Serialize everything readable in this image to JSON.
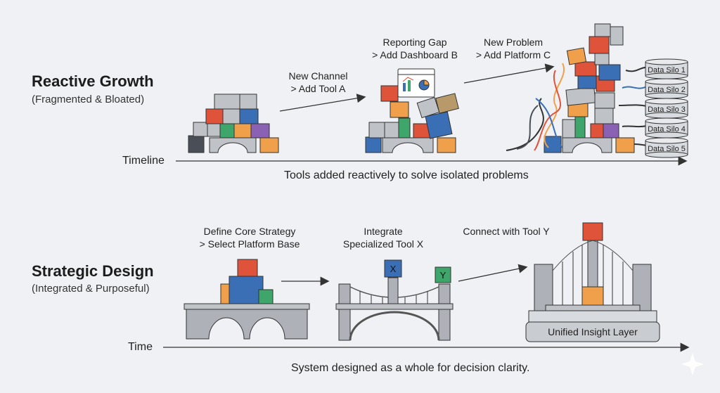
{
  "top": {
    "title": "Reactive Growth",
    "subtitle": "(Fragmented & Bloated)",
    "axis_label": "Timeline",
    "caption": "Tools added reactively to solve isolated problems",
    "steps": [
      {
        "line1": "New Channel",
        "line2": "> Add Tool A"
      },
      {
        "line1": "Reporting Gap",
        "line2": "> Add Dashboard B"
      },
      {
        "line1": "New Problem",
        "line2": "> Add Platform C"
      }
    ],
    "silos": [
      "Data Silo 1",
      "Data Silo 2",
      "Data Silo 3",
      "Data Silo 4",
      "Data Silo 5"
    ]
  },
  "bottom": {
    "title": "Strategic Design",
    "subtitle": "(Integrated & Purposeful)",
    "axis_label": "Time",
    "caption": "System designed as a whole for decision clarity.",
    "steps": [
      {
        "line1": "Define Core Strategy",
        "line2": "> Select Platform Base"
      },
      {
        "line1": "Integrate",
        "line2": "Specialized Tool X"
      },
      {
        "line1": "Connect with Tool Y",
        "line2": ""
      }
    ],
    "tool_x": "X",
    "tool_y": "Y",
    "layer_label": "Unified Insight Layer"
  },
  "colors": {
    "red": "#e0533b",
    "blue": "#3a6fb5",
    "orange": "#f0a04b",
    "green": "#3fa66b",
    "purple": "#8b62b3",
    "gray": "#bfc3c8",
    "dark": "#4a4f57",
    "tan": "#b89a6a"
  }
}
